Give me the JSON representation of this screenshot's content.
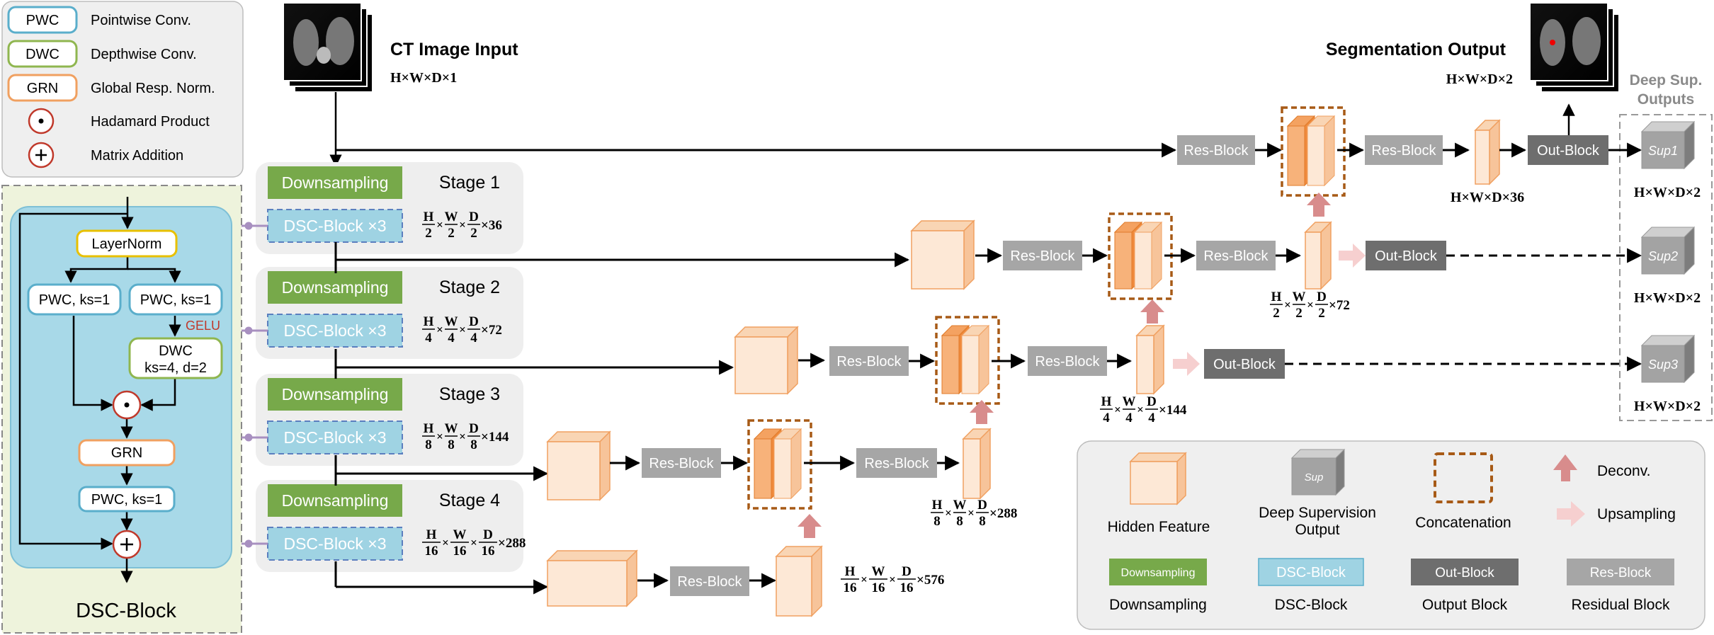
{
  "legend_top": {
    "items": [
      {
        "tag": "PWC",
        "desc": "Pointwise Conv."
      },
      {
        "tag": "DWC",
        "desc": "Depthwise Conv."
      },
      {
        "tag": "GRN",
        "desc": "Global Resp. Norm."
      },
      {
        "tag": "",
        "desc": "Hadamard Product"
      },
      {
        "tag": "",
        "desc": "Matrix Addition"
      }
    ]
  },
  "dsc_block": {
    "title": "DSC-Block",
    "layernorm": "LayerNorm",
    "pwc_left": "PWC, ks=1",
    "pwc_right": "PWC, ks=1",
    "gelu": "GELU",
    "dwc_1": "DWC",
    "dwc_2": "ks=4, d=2",
    "grn": "GRN",
    "pwc_bottom": "PWC, ks=1"
  },
  "input": {
    "title": "CT Image Input",
    "dims": "H×W×D×1"
  },
  "output": {
    "title": "Segmentation Output",
    "dims": "H×W×D×2"
  },
  "deep_sup": {
    "title_1": "Deep Sup.",
    "title_2": "Outputs",
    "items": [
      {
        "label": "Sup1",
        "dims": "H×W×D×2"
      },
      {
        "label": "Sup2",
        "dims": "H×W×D×2"
      },
      {
        "label": "Sup3",
        "dims": "H×W×D×2"
      }
    ]
  },
  "stages": [
    {
      "down": "Downsampling",
      "name": "Stage 1",
      "dsc": "DSC-Block ×3",
      "num": [
        "H",
        "W",
        "D"
      ],
      "den": "2",
      "ch": "×36"
    },
    {
      "down": "Downsampling",
      "name": "Stage 2",
      "dsc": "DSC-Block ×3",
      "num": [
        "H",
        "W",
        "D"
      ],
      "den": "4",
      "ch": "×72"
    },
    {
      "down": "Downsampling",
      "name": "Stage 3",
      "dsc": "DSC-Block ×3",
      "num": [
        "H",
        "W",
        "D"
      ],
      "den": "8",
      "ch": "×144"
    },
    {
      "down": "Downsampling",
      "name": "Stage 4",
      "dsc": "DSC-Block ×3",
      "num": [
        "H",
        "W",
        "D"
      ],
      "den": "16",
      "ch": "×288"
    }
  ],
  "decoder": {
    "res_block": "Res-Block",
    "out_block": "Out-Block",
    "dims_full": "H×W×D×36",
    "dim_half": {
      "den": "2",
      "ch": "×72"
    },
    "dim_quarter": {
      "den": "4",
      "ch": "×144"
    },
    "dim_eighth": {
      "den": "8",
      "ch": "×288"
    },
    "dim_sixteenth": {
      "den": "16",
      "ch": "×576"
    }
  },
  "legend_bottom": {
    "hidden_feature": "Hidden Feature",
    "sup_icon": "Sup",
    "deep_sup_1": "Deep Supervision",
    "deep_sup_2": "Output",
    "concatenation": "Concatenation",
    "deconv": "Deconv.",
    "upsampling": "Upsampling",
    "downsampling_box": "Downsampling",
    "downsampling": "Downsampling",
    "dsc_box": "DSC-Block",
    "dsc": "DSC-Block",
    "out_box": "Out-Block",
    "output_block": "Output Block",
    "res_box": "Res-Block",
    "residual_block": "Residual Block"
  },
  "colors": {
    "pwc": "#5aaecb",
    "dwc": "#8fb64f",
    "grn": "#f0a060",
    "hadamard": "#c0392b",
    "dsc_fill": "#9fd3e3",
    "downsampling": "#77a94a",
    "res_block": "#a6a6a6",
    "out_block": "#6e6e6e",
    "feature": "#fbe3cf",
    "concat_border": "#a75a16",
    "deconv": "#d88c8c",
    "upsampling": "#f6cfcf"
  }
}
